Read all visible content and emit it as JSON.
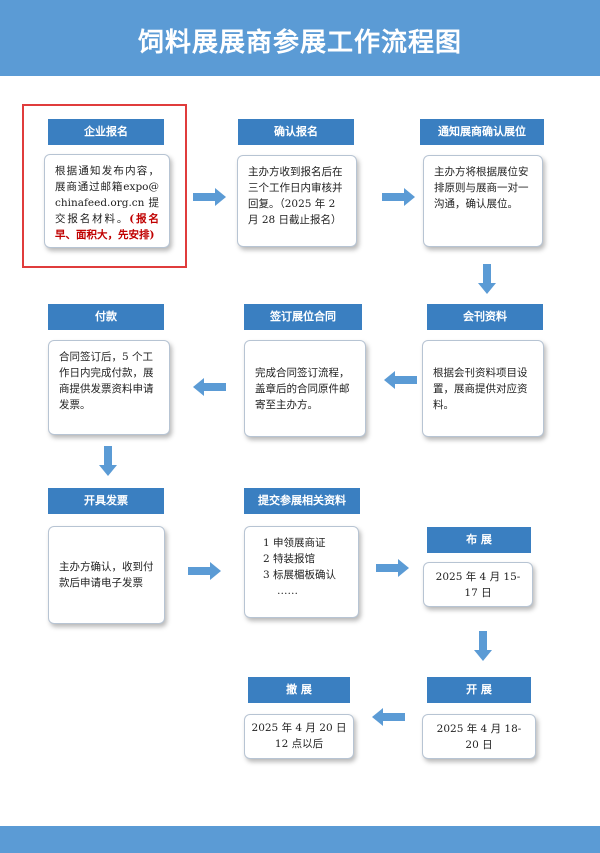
{
  "title": "饲料展展商参展工作流程图",
  "steps": {
    "register": {
      "label": "企业报名",
      "text_plain": "根据通知发布内容，展商通过邮箱expo@chinafeed.org.cn提交报名材料。",
      "text_emphasis": "(报名早、面积大，先安排)"
    },
    "confirm": {
      "label": "确认报名",
      "text": "主办方收到报名后在三个工作日内审核并回复。（2025 年 2 月 28 日截止报名）"
    },
    "notify_booth": {
      "label": "通知展商确认展位",
      "text": "主办方将根据展位安排原则与展商一对一沟通，确认展位。"
    },
    "catalog": {
      "label": "会刊资料",
      "text": "根据会刊资料项目设置，展商提供对应资料。"
    },
    "contract": {
      "label": "签订展位合同",
      "text": "完成合同签订流程，盖章后的合同原件邮寄至主办方。"
    },
    "payment": {
      "label": "付款",
      "text": "合同签订后，5 个工作日内完成付款，展商提供发票资料申请发票。"
    },
    "invoice": {
      "label": "开具发票",
      "text": "主办方确认，收到付款后申请电子发票"
    },
    "submit_docs": {
      "label": "提交参展相关资料",
      "items": [
        "1  申领展商证",
        "2  特装报馆",
        "3  标展楣板确认",
        "……"
      ]
    },
    "setup": {
      "label": "布  展",
      "text": "2025 年 4 月 15-17 日"
    },
    "open": {
      "label": "开  展",
      "text": "2025 年 4 月 18-20 日"
    },
    "dismantle": {
      "label": "撤  展",
      "text_line1": "2025 年 4 月 20 日",
      "text_line2": "12 点以后"
    }
  }
}
